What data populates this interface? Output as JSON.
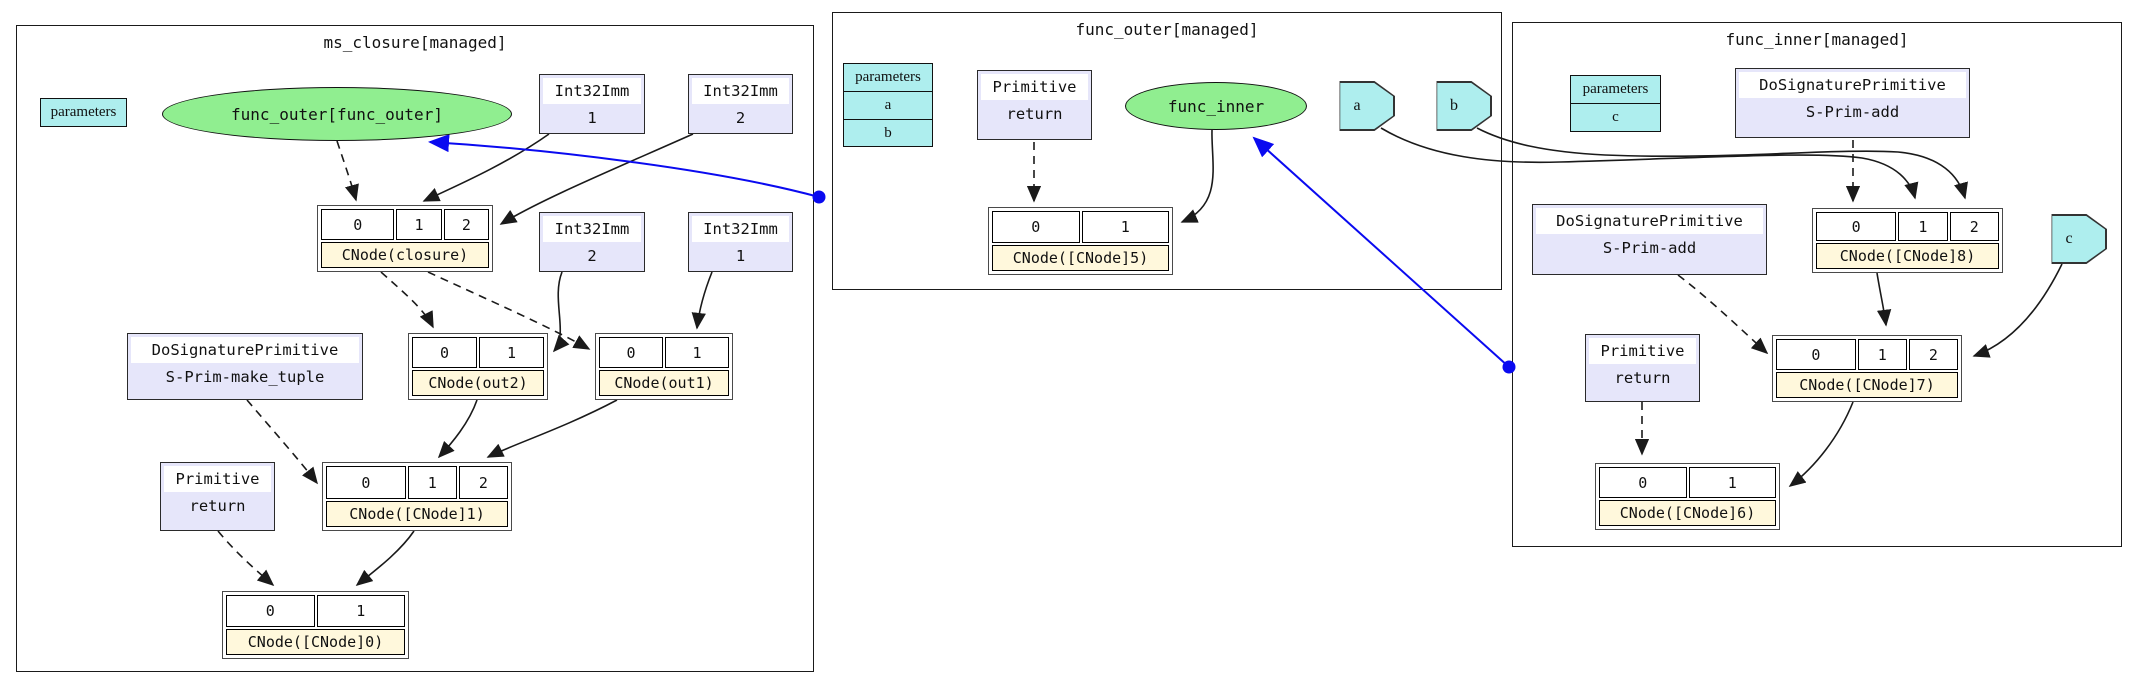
{
  "colors": {
    "ellipse_fill": "#90ee90",
    "parameters_fill": "#aeeeee",
    "box_fill": "#e6e6fa",
    "cnode_label_fill": "#fff8dc",
    "blue_edge": "#0a0af0",
    "black_edge": "#1a1a1a"
  },
  "clusters": {
    "ms_closure": {
      "title": "ms_closure[managed]"
    },
    "func_outer": {
      "title": "func_outer[managed]"
    },
    "func_inner": {
      "title": "func_inner[managed]"
    }
  },
  "ms": {
    "parameters_header": "parameters",
    "ellipse": "func_outer[func_outer]",
    "imm1_top": {
      "type": "Int32Imm",
      "value": "1"
    },
    "imm2_top": {
      "type": "Int32Imm",
      "value": "2"
    },
    "imm2_low": {
      "type": "Int32Imm",
      "value": "2"
    },
    "imm1_low": {
      "type": "Int32Imm",
      "value": "1"
    },
    "make_tuple": {
      "type": "DoSignaturePrimitive",
      "value": "S-Prim-make_tuple"
    },
    "ret": {
      "type": "Primitive",
      "value": "return"
    },
    "cnode_closure": {
      "slots": [
        "0",
        "1",
        "2"
      ],
      "label": "CNode(closure)"
    },
    "cnode_out2": {
      "slots": [
        "0",
        "1"
      ],
      "label": "CNode(out2)"
    },
    "cnode_out1": {
      "slots": [
        "0",
        "1"
      ],
      "label": "CNode(out1)"
    },
    "cnode_1": {
      "slots": [
        "0",
        "1",
        "2"
      ],
      "label": "CNode([CNode]1)"
    },
    "cnode_0": {
      "slots": [
        "0",
        "1"
      ],
      "label": "CNode([CNode]0)"
    }
  },
  "outer": {
    "parameters": {
      "header": "parameters",
      "row_a": "a",
      "row_b": "b"
    },
    "ret": {
      "type": "Primitive",
      "value": "return"
    },
    "ellipse": "func_inner",
    "oct_a": "a",
    "oct_b": "b",
    "cnode_5": {
      "slots": [
        "0",
        "1"
      ],
      "label": "CNode([CNode]5)"
    }
  },
  "inner": {
    "parameters": {
      "header": "parameters",
      "row_c": "c"
    },
    "add_top": {
      "type": "DoSignaturePrimitive",
      "value": "S-Prim-add"
    },
    "add_left": {
      "type": "DoSignaturePrimitive",
      "value": "S-Prim-add"
    },
    "ret": {
      "type": "Primitive",
      "value": "return"
    },
    "oct_c": "c",
    "cnode_8": {
      "slots": [
        "0",
        "1",
        "2"
      ],
      "label": "CNode([CNode]8)"
    },
    "cnode_7": {
      "slots": [
        "0",
        "1",
        "2"
      ],
      "label": "CNode([CNode]7)"
    },
    "cnode_6": {
      "slots": [
        "0",
        "1"
      ],
      "label": "CNode([CNode]6)"
    }
  }
}
